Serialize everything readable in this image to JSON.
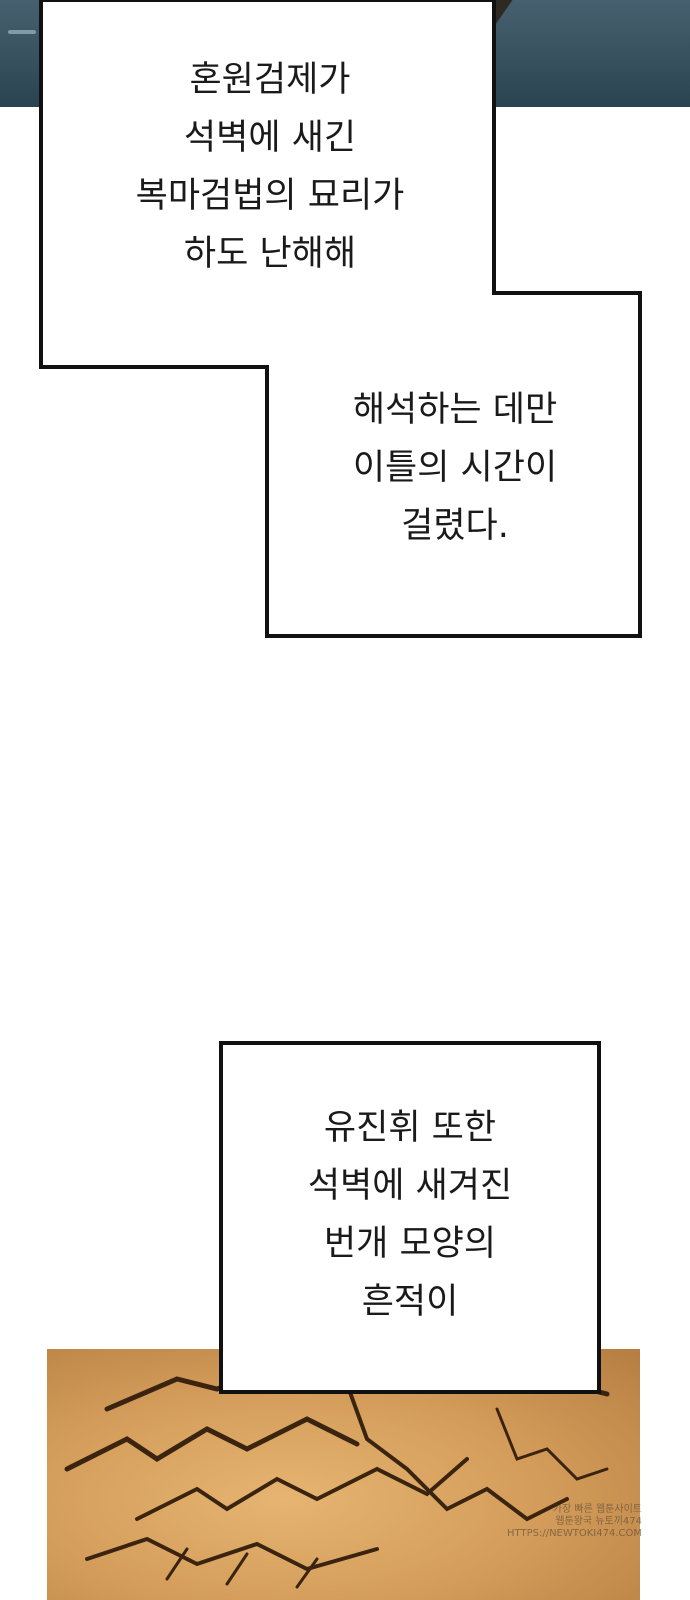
{
  "captions": {
    "box1_text": "혼원검제가\n석벽에 새긴\n복마검법의 묘리가\n하도 난해해",
    "box2_text": "해석하는 데만\n이틀의 시간이\n걸렸다.",
    "box3_text": "유진휘 또한\n석벽에 새겨진\n번개 모양의\n흔적이"
  },
  "watermark": {
    "line1": "가장 빠른 웹툰사이트",
    "line2": "웹툰왕국 뉴토끼474",
    "line3": "HTTPS://NEWTOKI474.COM"
  },
  "colors": {
    "top_panel": "#37515f",
    "bottom_panel": "#d29a58",
    "caption_border": "#111111",
    "caption_fill": "#ffffff"
  }
}
